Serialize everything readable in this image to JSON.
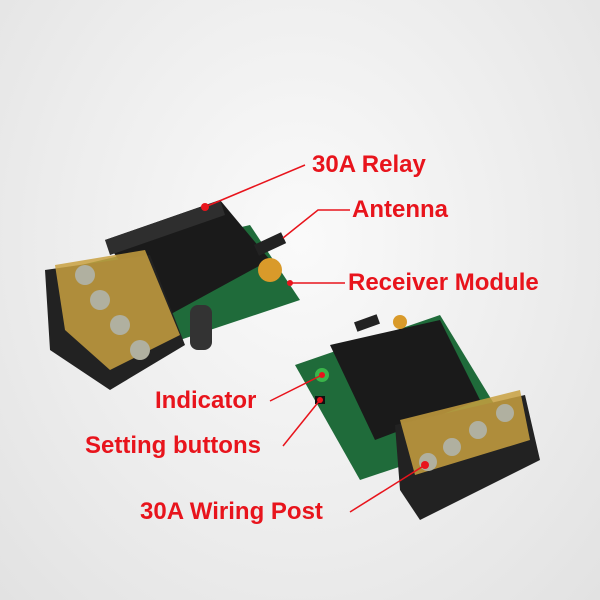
{
  "labels": {
    "relay": "30A Relay",
    "antenna": "Antenna",
    "receiver": "Receiver Module",
    "indicator": "Indicator",
    "buttons": "Setting buttons",
    "wiring": "30A Wiring Post"
  },
  "colors": {
    "label": "#e8141c",
    "pcb": "#1f6b3a",
    "relay": "#1a1a1a",
    "terminal": "#c8a040"
  }
}
